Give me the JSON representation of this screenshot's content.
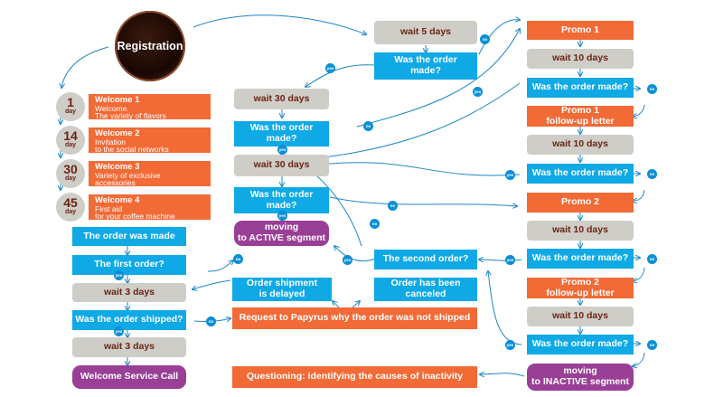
{
  "start": {
    "label": "Registration"
  },
  "welcome_series": [
    {
      "day_number": "1",
      "day_unit": "day",
      "title": "Welcome 1",
      "description": "Welcome.\nThe variety of flavors"
    },
    {
      "day_number": "14",
      "day_unit": "day",
      "title": "Welcome 2",
      "description": "Invitation\nto the social networks"
    },
    {
      "day_number": "30",
      "day_unit": "day",
      "title": "Welcome 3",
      "description": "Variety of exclusive\naccessories"
    },
    {
      "day_number": "45",
      "day_unit": "day",
      "title": "Welcome 4",
      "description": "First aid\nfor your coffee machine"
    }
  ],
  "left_column": {
    "order_made": "The order was made",
    "first_order": "The first order?",
    "wait_3_days_a": "wait 3 days",
    "order_shipped": "Was the order shipped?",
    "wait_3_days_b": "wait 3 days",
    "service_call": "Welcome Service Call"
  },
  "middle_column": {
    "wait_30_days_a": "wait 30 days",
    "order_made_a": "Was the order\nmade?",
    "wait_30_days_b": "wait 30 days",
    "order_made_b": "Was the order\nmade?",
    "active_segment": "moving\nto ACTIVE segment",
    "shipment_delayed": "Order shipment\nis delayed",
    "request_papyrus": "Request to Papyrus why the order was not shipped",
    "questioning": "Questioning: identifying the causes of inactivity"
  },
  "center_column": {
    "wait_5_days": "wait 5 days",
    "order_made": "Was the order\nmade?",
    "second_order": "The second order?",
    "order_canceled": "Order has been\ncanceled"
  },
  "right_column": {
    "promo1": "Promo 1",
    "wait_10_a": "wait 10 days",
    "order_made_a": "Was the order made?",
    "promo1_followup": "Promo 1\nfollow-up letter",
    "wait_10_b": "wait 10 days",
    "order_made_b": "Was the order made?",
    "promo2": "Promo 2",
    "wait_10_c": "wait 10 days",
    "order_made_c": "Was the order made?",
    "promo2_followup": "Promo 2\nfollow-up letter",
    "wait_10_d": "wait 10 days",
    "order_made_d": "Was the order made?",
    "inactive_segment": "moving\nto INACTIVE segment"
  },
  "labels": {
    "yes": "yes",
    "no": "no"
  },
  "colors": {
    "decision": "#0fa9e6",
    "action": "#f26a36",
    "wait": "#cfcdc8",
    "wait_text": "#6b2412",
    "segment": "#9a3f96",
    "connector": "#1e86c8"
  }
}
